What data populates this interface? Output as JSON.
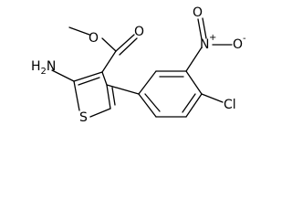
{
  "molecule": {
    "atoms": {
      "ester_methyl_oxygen": "O",
      "carbonyl_oxygen": "O",
      "amine": "H2N",
      "amine_h": "H",
      "amine_sub": "2",
      "amine_n": "N",
      "sulfur": "S",
      "nitro_nitrogen": "N",
      "nitro_plus": "+",
      "nitro_oxygen_top": "O",
      "nitro_oxygen_right": "O",
      "nitro_minus": "-",
      "chlorine": "Cl"
    }
  }
}
